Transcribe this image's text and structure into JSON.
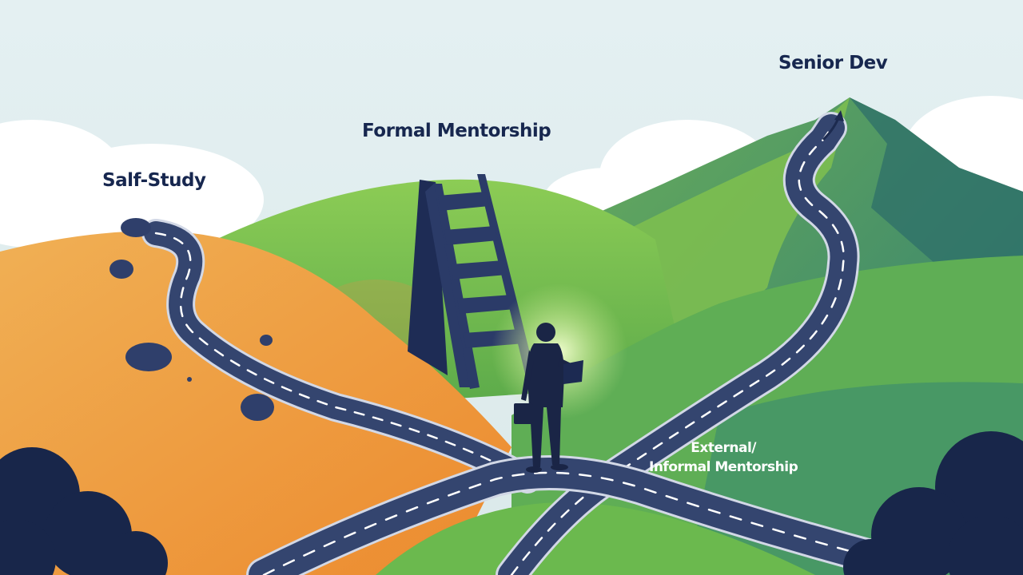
{
  "labels": {
    "self_study": "Salf-Study",
    "formal_mentorship": "Formal Mentorship",
    "senior_dev": "Senior Dev",
    "external_line1": "External/",
    "external_line2": "Informal Mentorship"
  },
  "palette": {
    "sky": "#e3eef0",
    "cloud": "#ffffff",
    "orange_hill": "#f3a43f",
    "green_hill": "#7cbf4a",
    "teal_mountain": "#3f8a72",
    "road": "#33446e",
    "navy": "#1c2a4f",
    "lane_marking": "#ffffff"
  },
  "icons": {
    "figure": "person-with-briefcase-and-laptop-icon",
    "ladder": "ladder-icon",
    "arrow": "arrow-up-icon"
  }
}
